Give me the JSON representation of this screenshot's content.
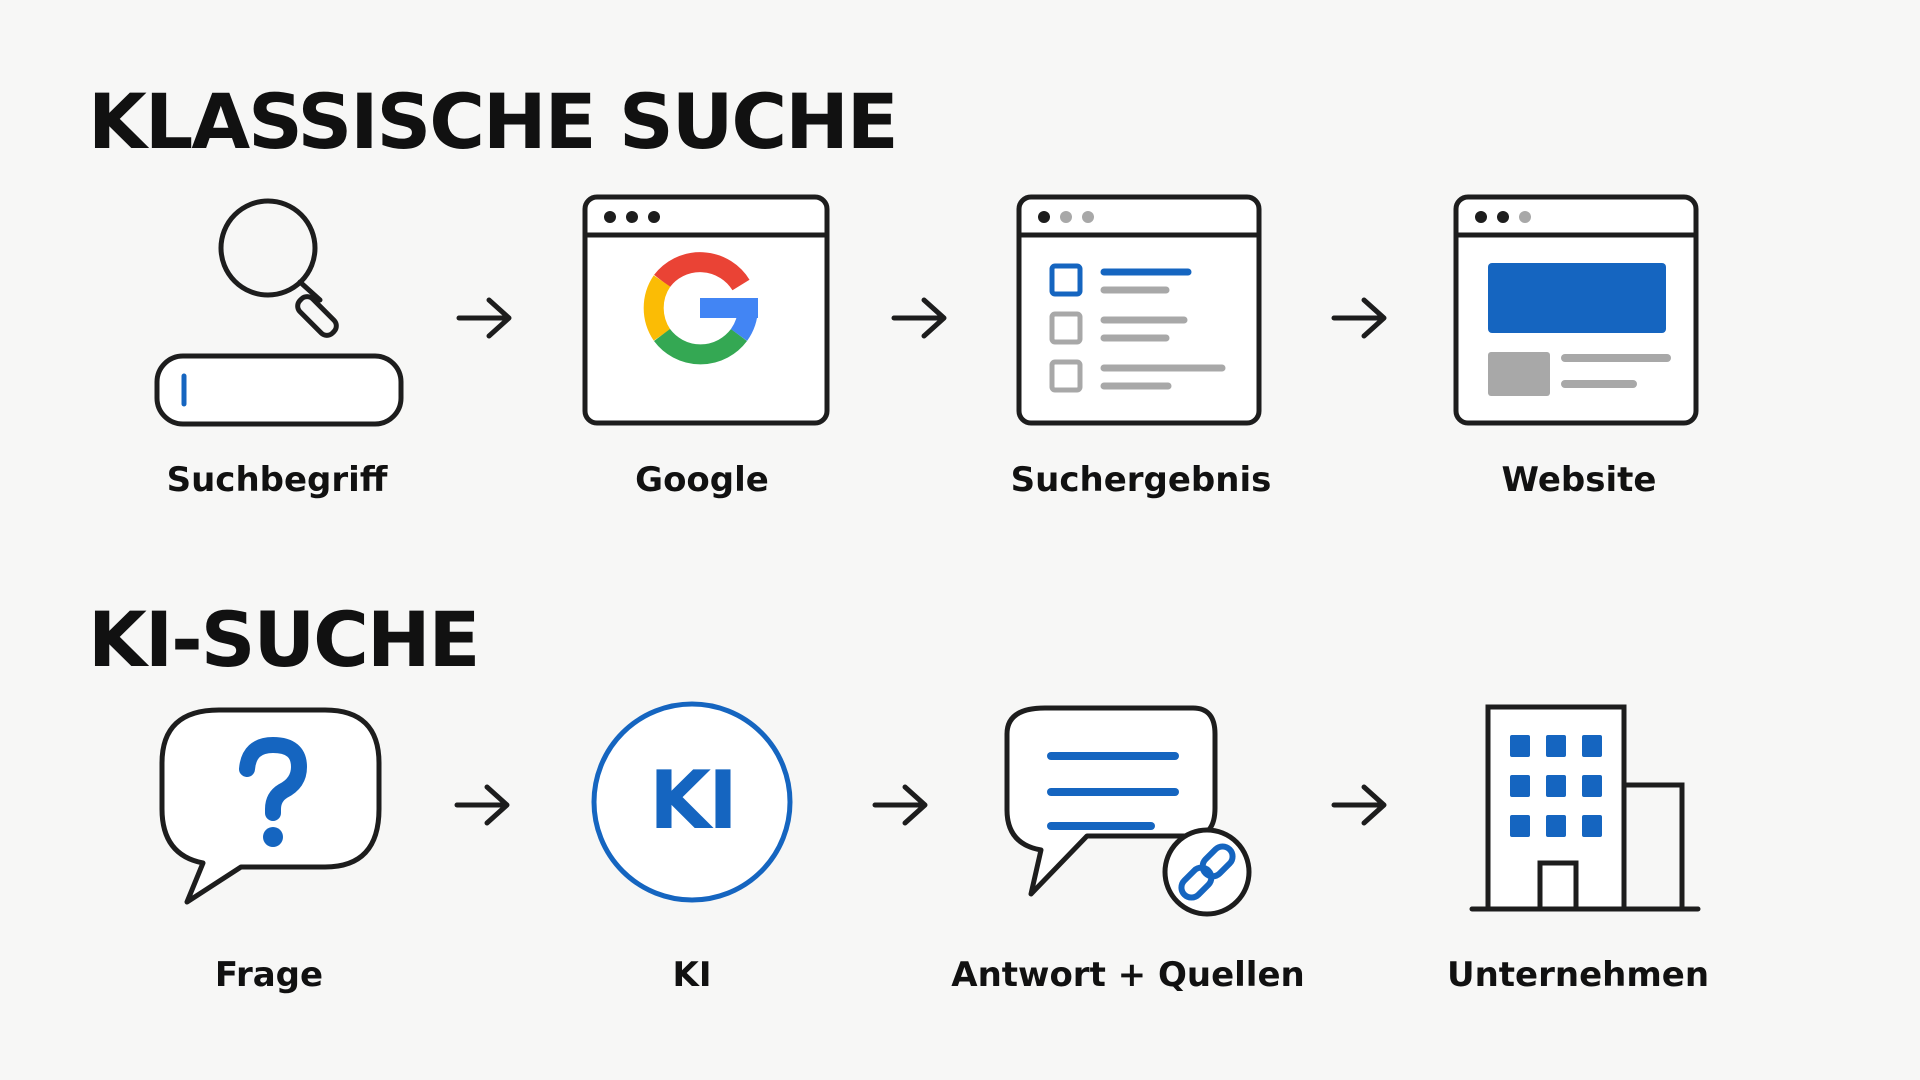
{
  "colors": {
    "ink": "#1d1d1d",
    "accent": "#1565c0",
    "light_gray": "#a8a8a8",
    "google_red": "#ea4335",
    "google_yellow": "#fbbc05",
    "google_green": "#34a853",
    "google_blue": "#4285f4",
    "background": "#f7f7f6"
  },
  "classic": {
    "title": "KLASSISCHE SUCHE",
    "steps": [
      {
        "label": "Suchbegriff",
        "icon": "magnifier-search-bar-icon"
      },
      {
        "label": "Google",
        "icon": "google-browser-icon"
      },
      {
        "label": "Suchergebnis",
        "icon": "results-list-icon"
      },
      {
        "label": "Website",
        "icon": "website-icon"
      }
    ]
  },
  "ai": {
    "title": "KI-SUCHE",
    "steps": [
      {
        "label": "Frage",
        "icon": "question-bubble-icon"
      },
      {
        "label": "KI",
        "icon": "ki-circle-icon",
        "badge_text": "KI"
      },
      {
        "label": "Antwort + Quellen",
        "icon": "answer-bubble-link-icon"
      },
      {
        "label": "Unternehmen",
        "icon": "building-icon"
      }
    ]
  }
}
